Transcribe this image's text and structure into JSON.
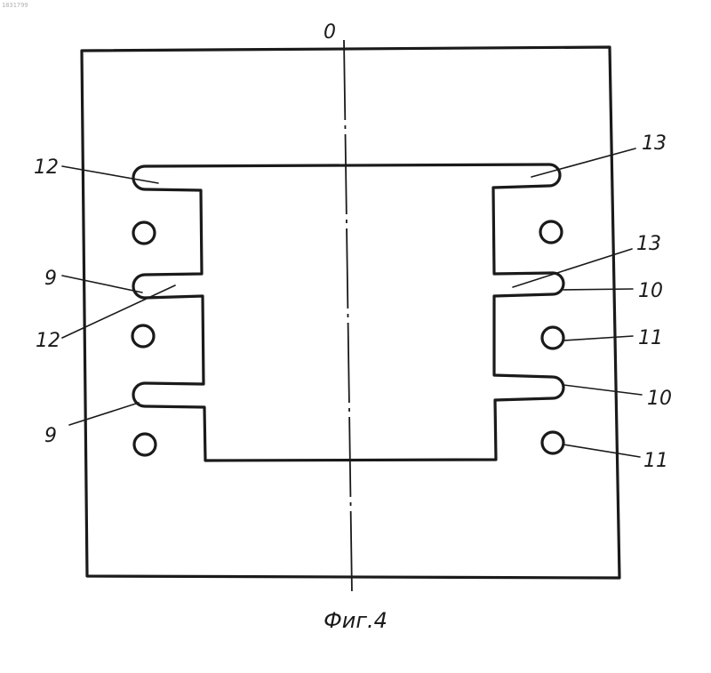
{
  "corner_mark": "1831799",
  "axis_label": "0",
  "caption": "Фиг.4",
  "labels": {
    "l12_top": "12",
    "l13_top": "13",
    "l9_upper": "9",
    "l13_mid": "13",
    "l10_upper": "10",
    "l12_lower": "12",
    "l11_upper": "11",
    "l9_lower": "9",
    "l10_lower": "10",
    "l11_lower": "11"
  }
}
